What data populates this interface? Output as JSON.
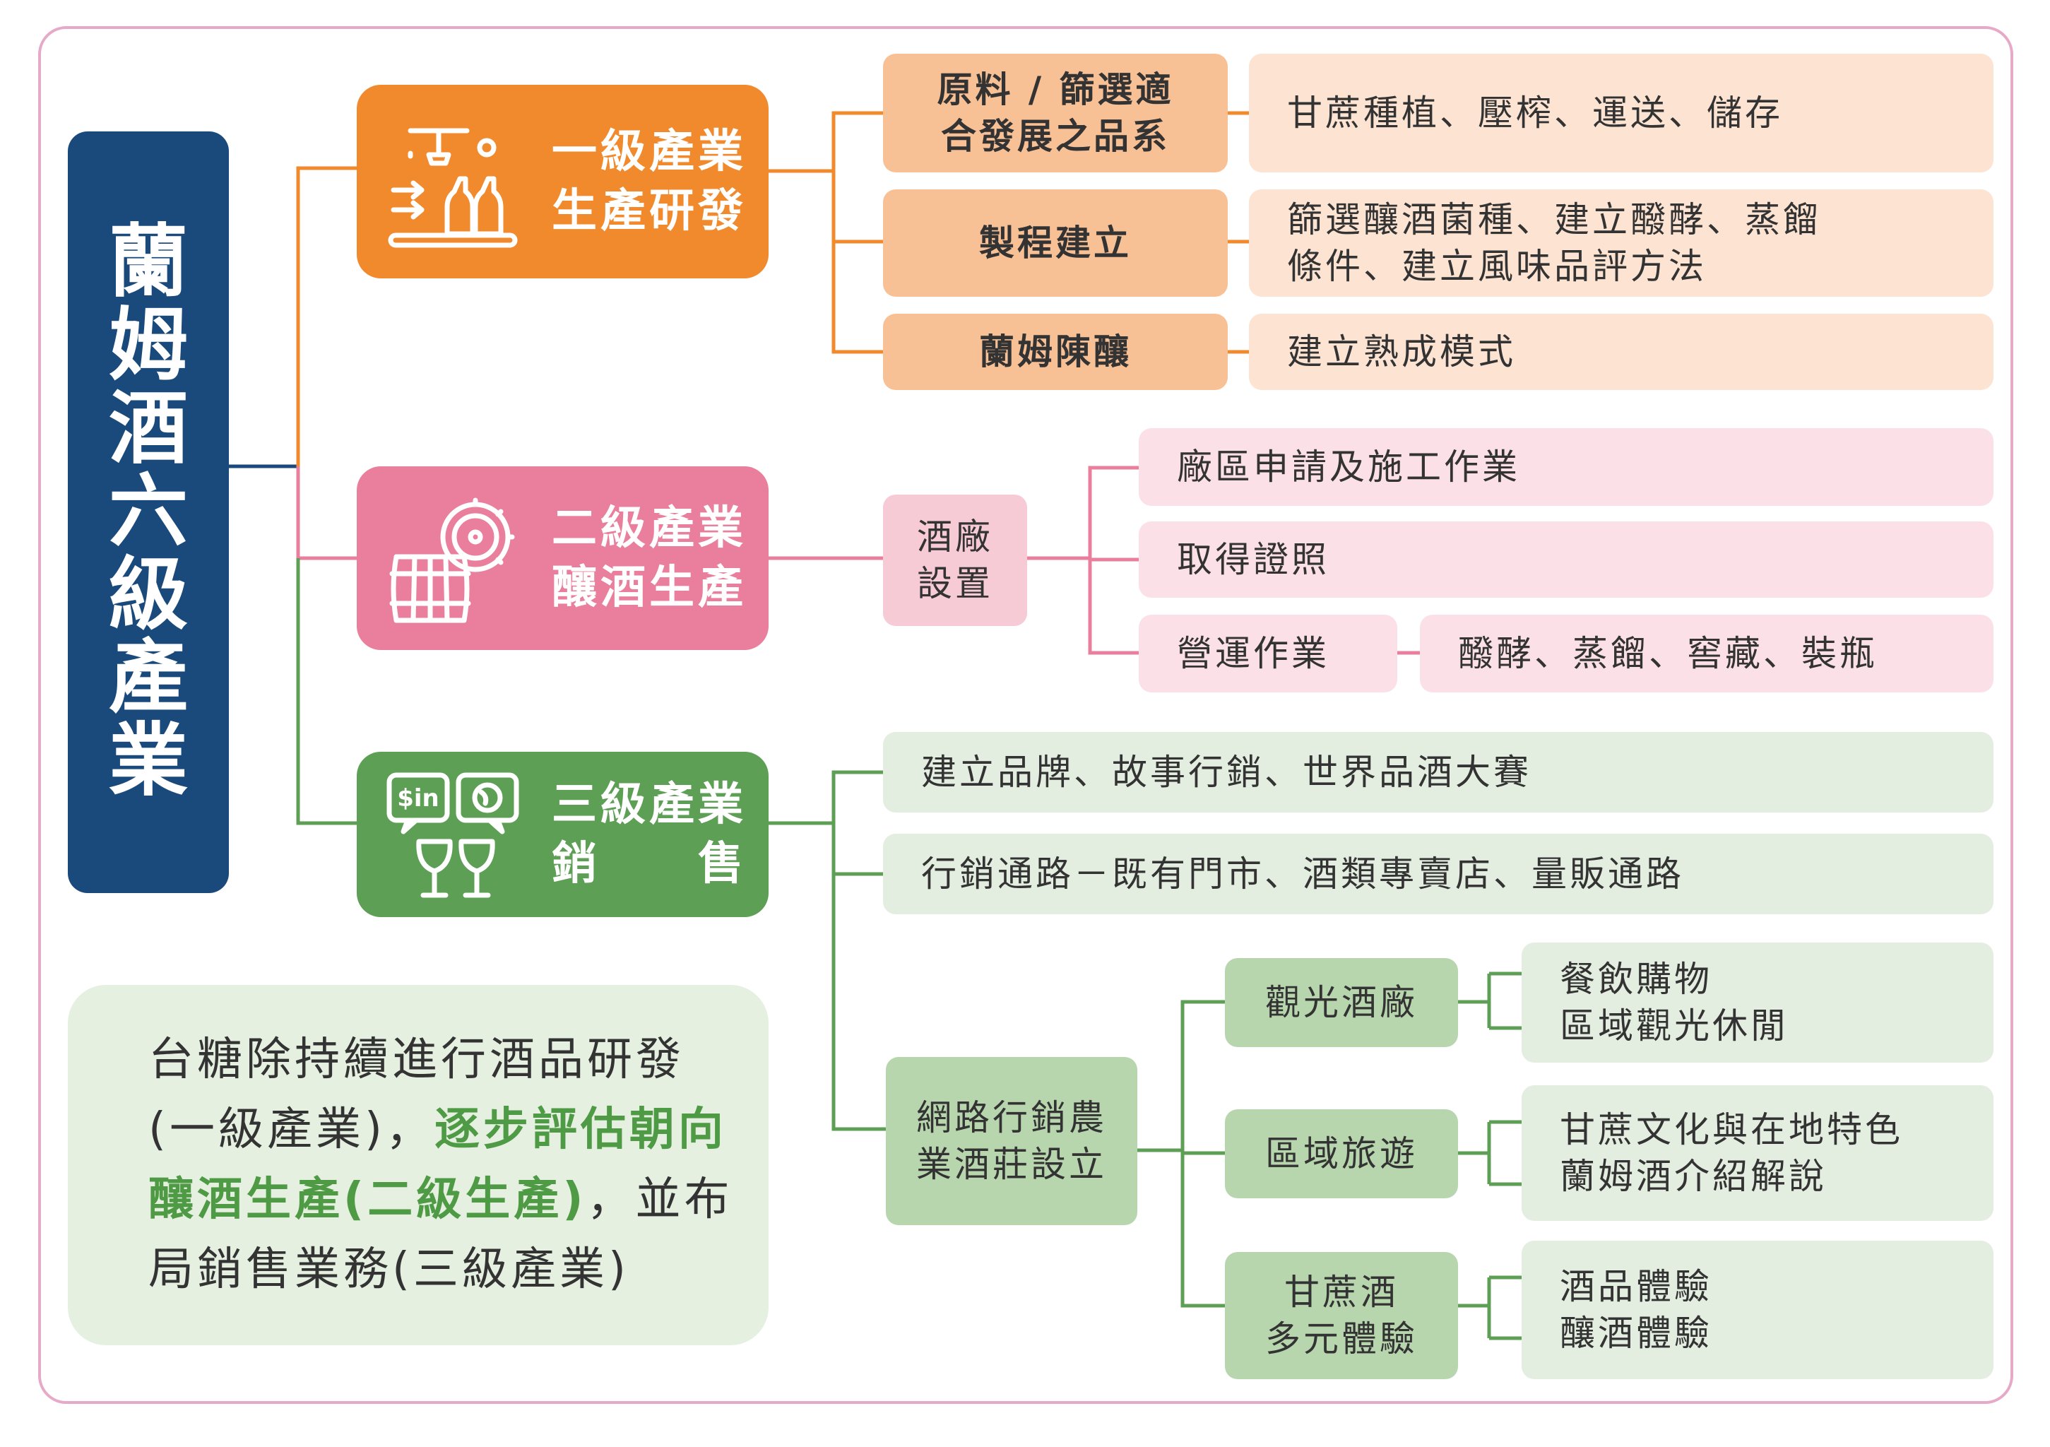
{
  "main_title": "蘭\n姆\n酒\n六\n級\n產\n業",
  "industry1": {
    "label": "一級產業\n生產研發",
    "icon": "production-line-icon",
    "steps": [
      {
        "name": "原料 / 篩選適\n合發展之品系",
        "detail": "甘蔗種植、壓榨、運送、儲存"
      },
      {
        "name": "製程建立",
        "detail": "篩選釀酒菌種、建立醱酵、蒸餾\n條件、建立風味品評方法"
      },
      {
        "name": "蘭姆陳釀",
        "detail": "建立熟成模式"
      }
    ]
  },
  "industry2": {
    "label": "二級產業\n釀酒生產",
    "icon": "barrel-icon",
    "hub": "酒廠\n設置",
    "items": [
      "廠區申請及施工作業",
      "取得證照",
      "營運作業"
    ],
    "operation_detail": "醱酵、蒸餾、窖藏、裝瓶"
  },
  "industry3": {
    "label": "三級產業\n銷　　售",
    "icon": "sales-wine-icon",
    "items": [
      "建立品牌、故事行銷、世界品酒大賽",
      "行銷通路－既有門市、酒類專賣店、量販通路"
    ],
    "farm": "網路行銷農\n業酒莊設立",
    "farm_items": [
      {
        "name": "觀光酒廠",
        "detail": "餐飲購物\n區域觀光休閒"
      },
      {
        "name": "區域旅遊",
        "detail": "甘蔗文化與在地特色\n蘭姆酒介紹解說"
      },
      {
        "name": "甘蔗酒\n多元體驗",
        "detail": "酒品體驗\n釀酒體驗"
      }
    ]
  },
  "note": {
    "part1": "台糖除持續進行酒品研發\n(一級產業)，",
    "highlight": "逐步評估朝向\n釀酒生產(二級生產)",
    "part2": "，並布\n局銷售業務(三級產業)"
  },
  "colors": {
    "navy": "#1a4a7c",
    "orange": "#f08a2c",
    "pink": "#e97f9c",
    "green": "#5c9f55",
    "highlight_green": "#4f9a45",
    "frame": "#e6a9c7"
  }
}
